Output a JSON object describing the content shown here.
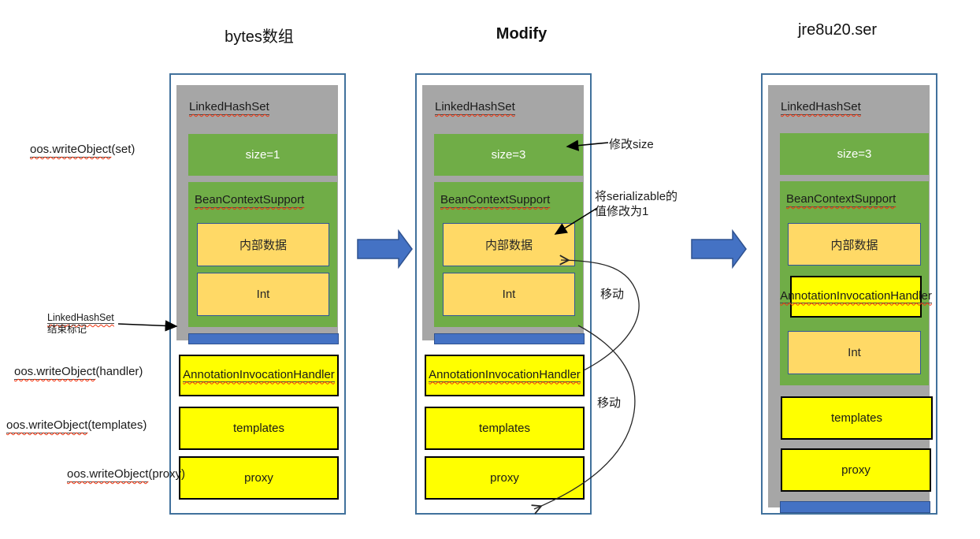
{
  "titles": {
    "bytes_array": "bytes数组",
    "modify": "Modify",
    "jre_ser": "jre8u20.ser"
  },
  "left_labels": {
    "write_set_method": "oos.writeObject",
    "write_set_arg": "(set)",
    "end_marker_line1": "LinkedHashSet",
    "end_marker_line2": "结束标记",
    "write_handler_method": "oos.writeObject",
    "write_handler_arg": "(handler)",
    "write_templates_method": "oos.writeObject",
    "write_templates_arg": "(templates)",
    "write_proxy_method": "oos.writeObject",
    "write_proxy_arg": "(proxy)"
  },
  "annotations": {
    "modify_size": "修改size",
    "serializable_line1": "将serializable的",
    "serializable_line2": "值修改为1",
    "move_top": "移动",
    "move_bottom": "移动"
  },
  "columns": {
    "col1": {
      "container": "LinkedHashSet",
      "size": "size=1",
      "bean": "BeanContextSupport",
      "internal": "内部数据",
      "int_field": "Int",
      "handler": "AnnotationInvocationHandler",
      "templates": "templates",
      "proxy": "proxy"
    },
    "col2": {
      "container": "LinkedHashSet",
      "size": "size=3",
      "bean": "BeanContextSupport",
      "internal": "内部数据",
      "int_field": "Int",
      "handler": "AnnotationInvocationHandler",
      "templates": "templates",
      "proxy": "proxy"
    },
    "col3": {
      "container": "LinkedHashSet",
      "size": "size=3",
      "bean": "BeanContextSupport",
      "internal": "内部数据",
      "int_field": "Int",
      "handler": "AnnotationInvocationHandler",
      "templates": "templates",
      "proxy": "proxy"
    }
  },
  "colors": {
    "green": "#70ad47",
    "gold": "#ffd966",
    "yellow": "#ffff00",
    "blue": "#4472c4",
    "gray": "#a6a6a6",
    "outer_border": "#41719c"
  }
}
